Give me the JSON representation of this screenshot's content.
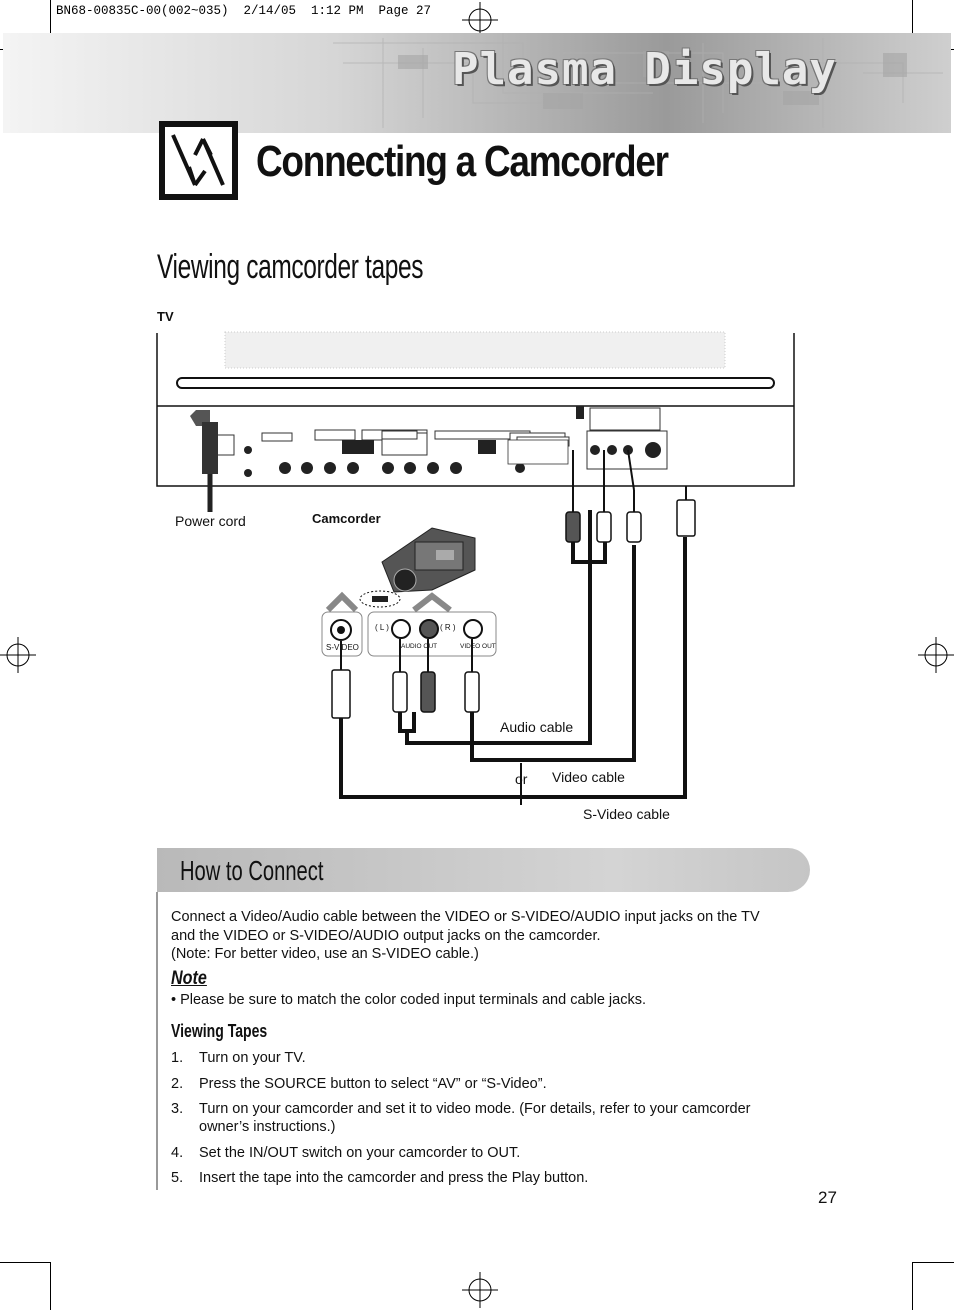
{
  "slug": "BN68-00835C-00(002~035)  2/14/05  1:12 PM  Page 27",
  "banner": {
    "title": "Plasma Display"
  },
  "header": {
    "title": "Connecting a Camcorder"
  },
  "section": {
    "title": "Viewing camcorder tapes"
  },
  "diagram": {
    "tv_label": "TV",
    "power_cord_label": "Power cord",
    "camcorder_label": "Camcorder",
    "svideo_jack_label": "S-VIDEO",
    "left_label": "( L )",
    "right_label": "( R )",
    "audio_out_label": "AUDIO OUT",
    "video_out_label": "VIDEO OUT",
    "audio_cable_label": "Audio cable",
    "or_label": "or",
    "video_cable_label": "Video cable",
    "svideo_cable_label": "S-Video cable"
  },
  "how_to_connect": {
    "title": "How to Connect",
    "para_line1": "Connect a Video/Audio cable between the VIDEO or S-VIDEO/AUDIO input jacks on the TV",
    "para_line2": "and the VIDEO or S-VIDEO/AUDIO output jacks on the camcorder.",
    "para_line3": "(Note: For better video, use an S-VIDEO cable.)",
    "note_heading": "Note",
    "note_bullet": "•   Please be sure to match the color coded input terminals and cable jacks.",
    "viewing_heading": "Viewing Tapes",
    "steps": [
      {
        "num": "1.",
        "text": "Turn on your TV."
      },
      {
        "num": "2.",
        "text": "Press the SOURCE button to select “AV” or “S-Video”."
      },
      {
        "num": "3.",
        "text": "Turn on your camcorder and set it to video mode. (For details, refer to your camcorder owner’s instructions.)"
      },
      {
        "num": "4.",
        "text": "Set the IN/OUT switch on your camcorder to OUT."
      },
      {
        "num": "5.",
        "text": "Insert the tape into the camcorder and press the Play button."
      }
    ]
  },
  "page_number": "27"
}
